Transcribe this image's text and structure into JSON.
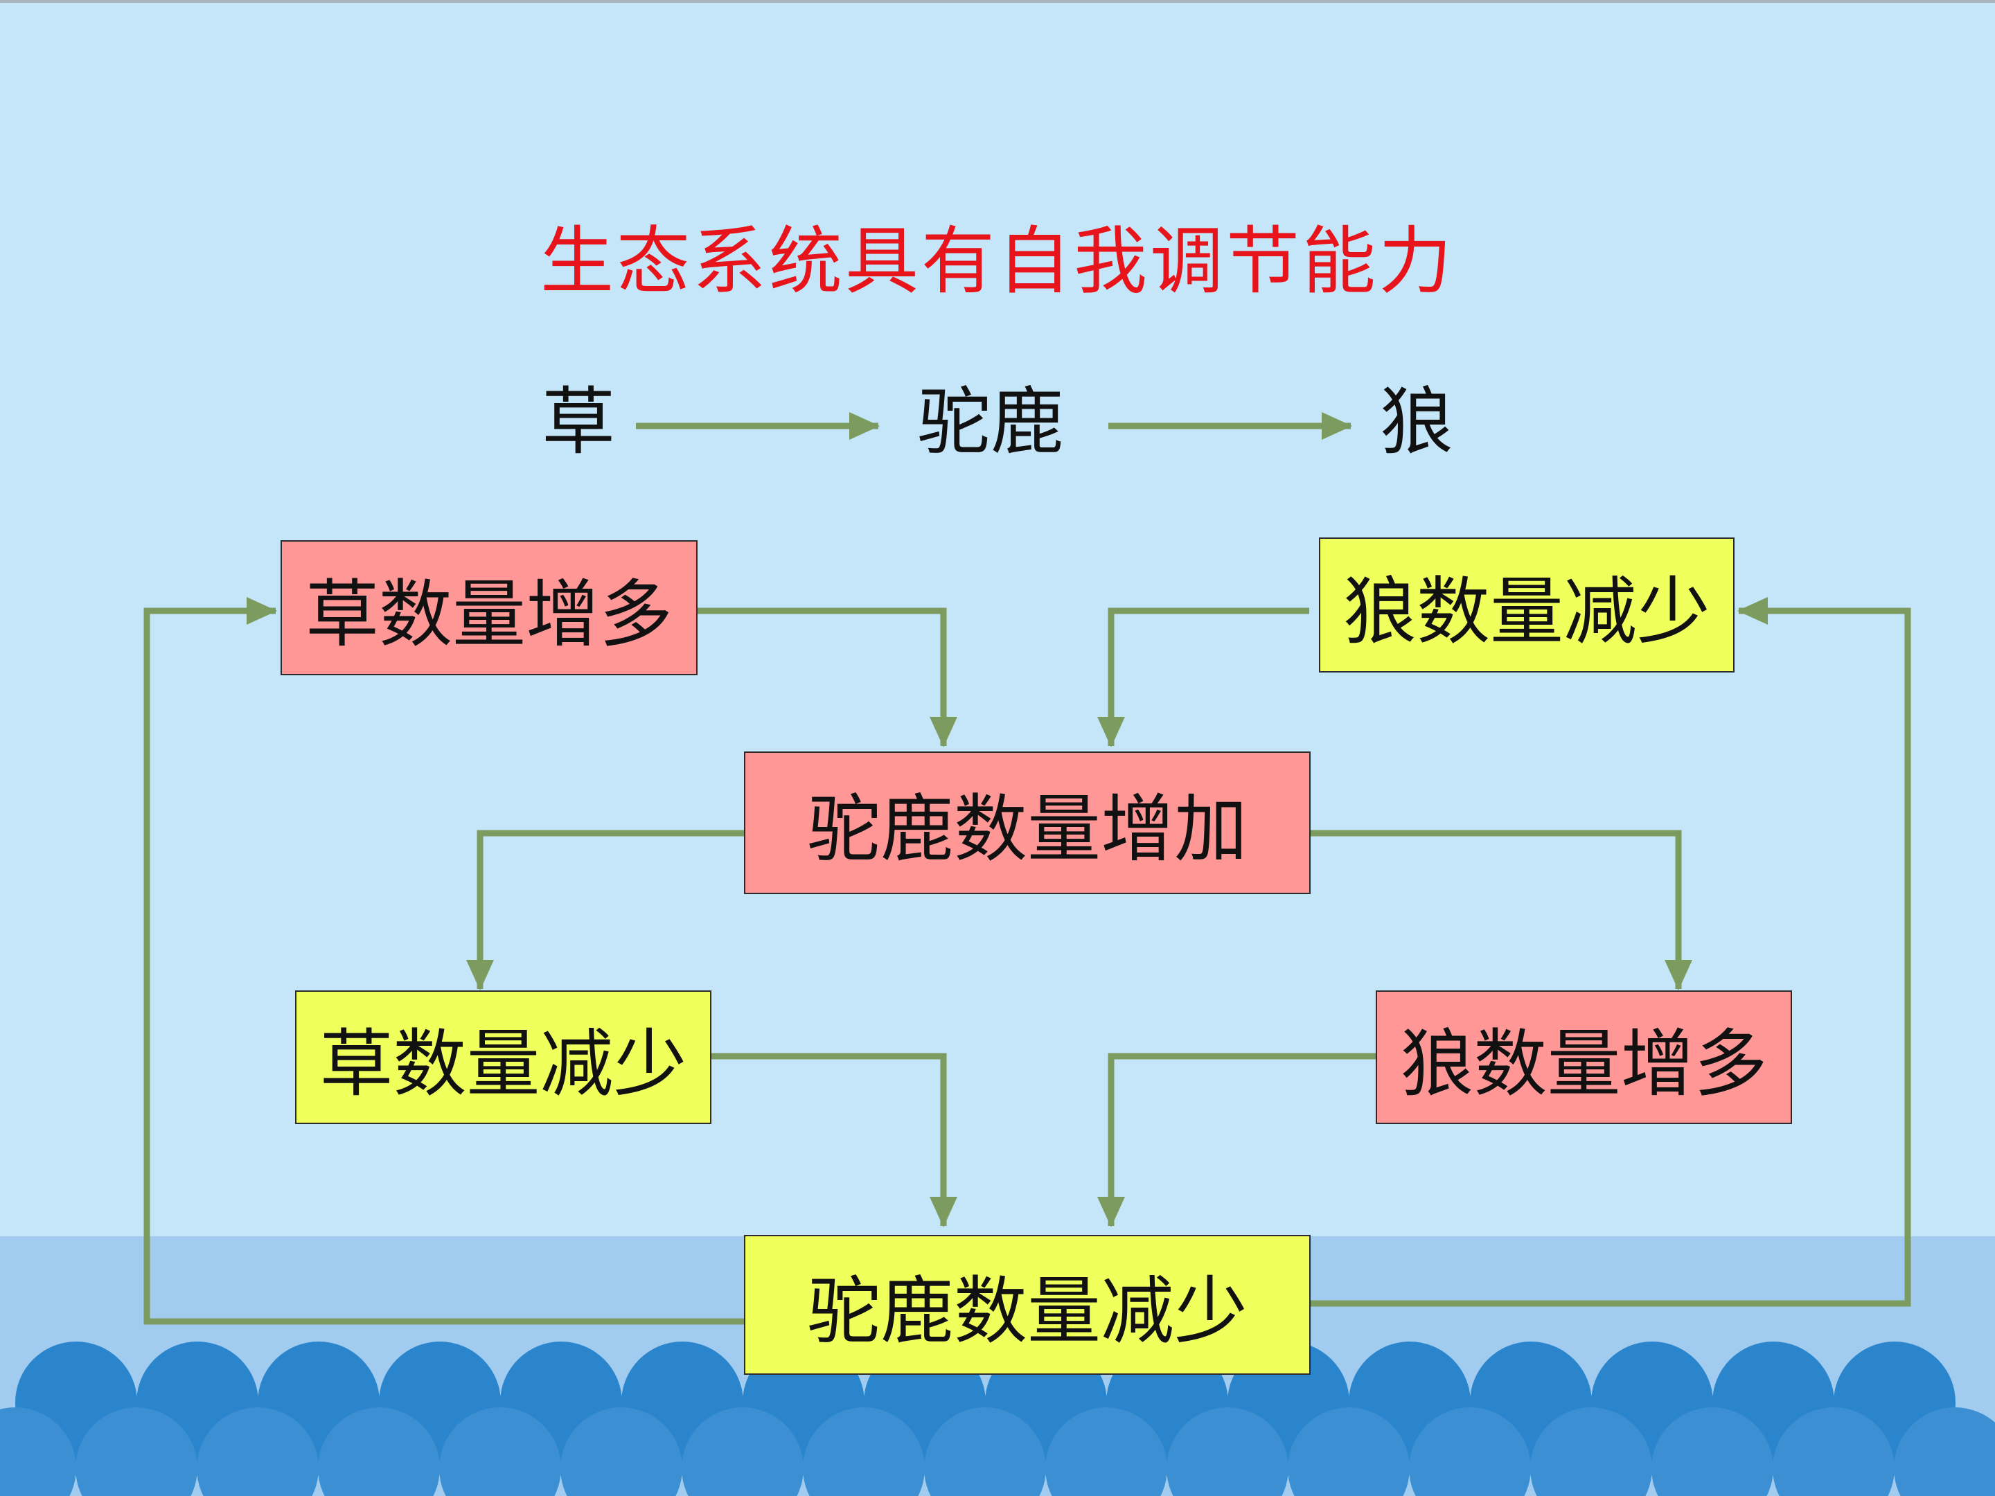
{
  "title": "生态系统具有自我调节能力",
  "food_chain": [
    "草",
    "驼鹿",
    "狼"
  ],
  "nodes": {
    "grass_increase": "草数量增多",
    "wolf_decrease": "狼数量减少",
    "moose_increase": "驼鹿数量增加",
    "grass_decrease": "草数量减少",
    "wolf_increase": "狼数量增多",
    "moose_decrease": "驼鹿数量减少"
  },
  "colors": {
    "title": "#e8141c",
    "increase_box": "#ff9797",
    "decrease_box": "#efff5c",
    "arrow": "#7c9b5e",
    "background": "#c5e6f8",
    "wave": "#2a85cc"
  }
}
